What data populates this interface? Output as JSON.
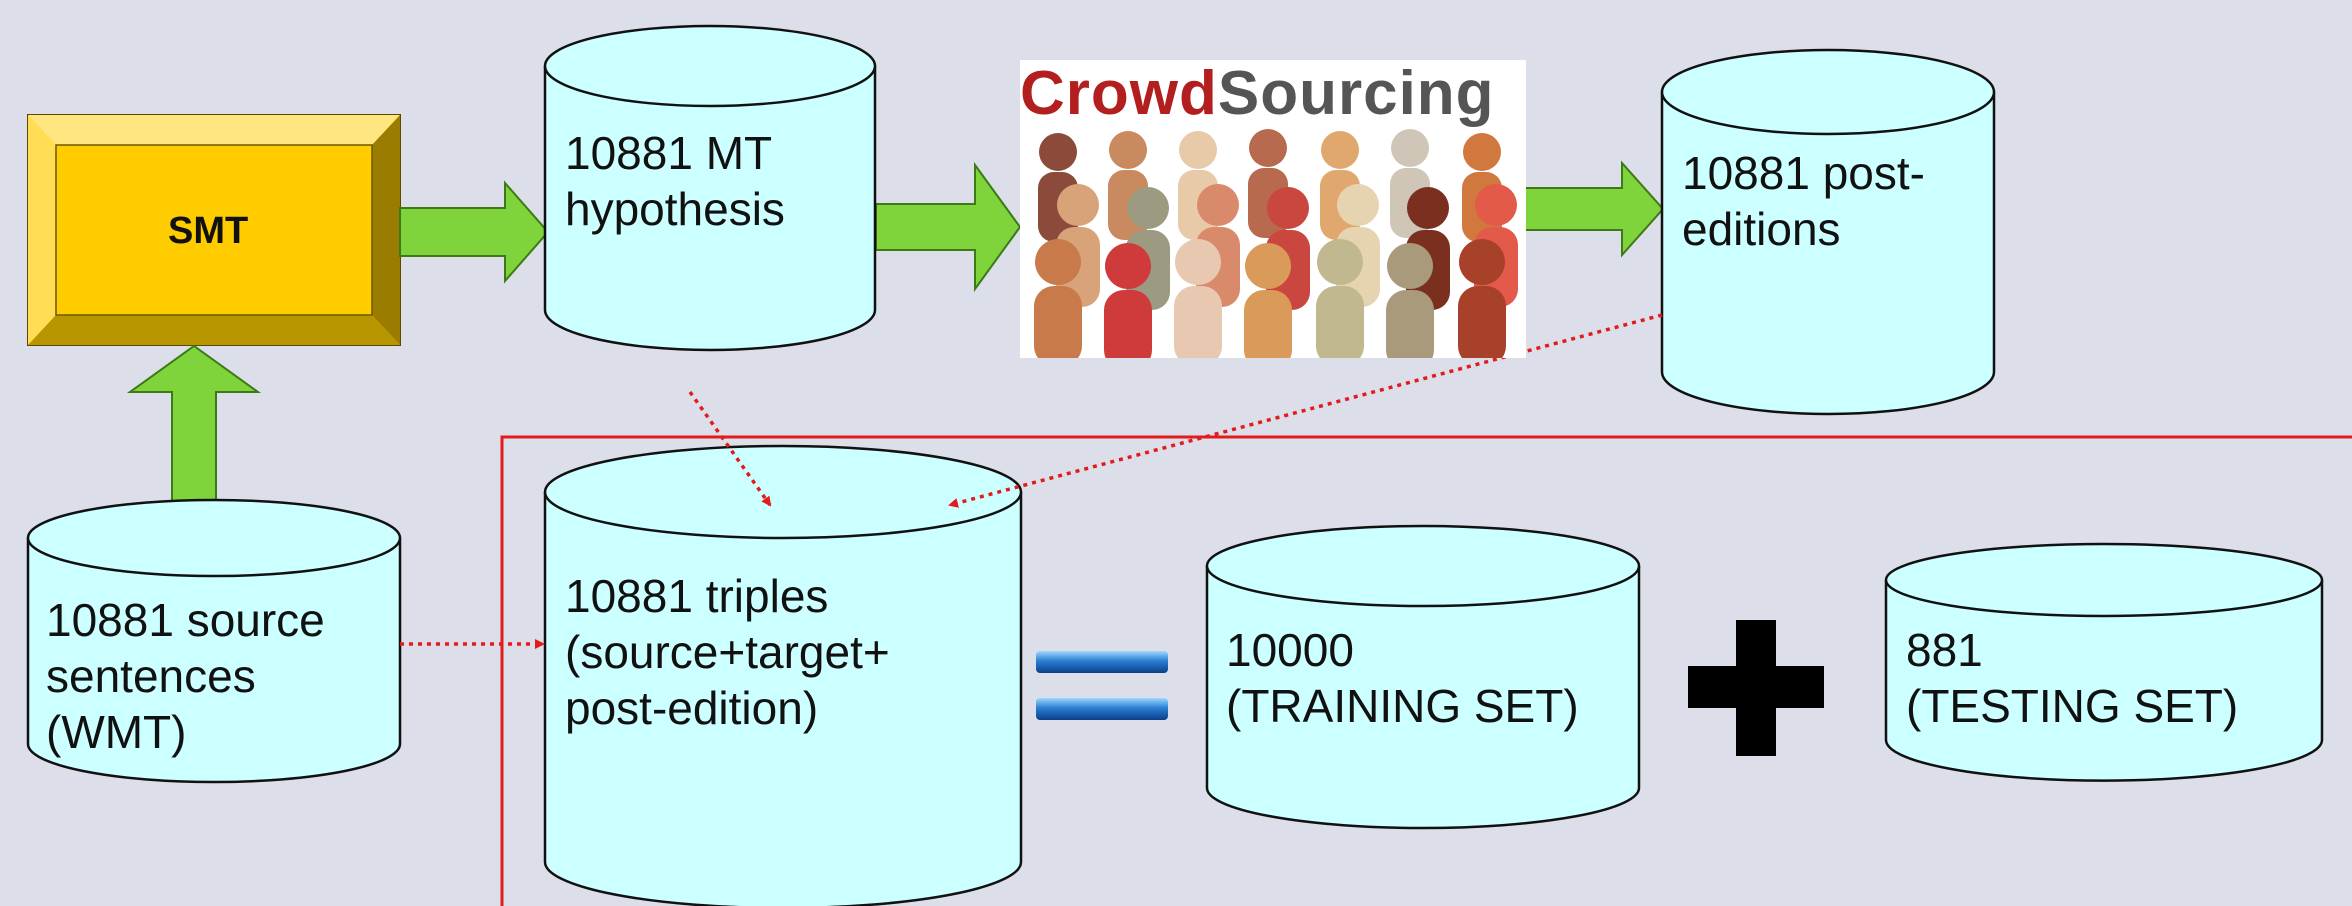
{
  "nodes": {
    "smt": {
      "label": "SMT"
    },
    "mt_hypothesis": {
      "label": "10881 MT\nhypothesis"
    },
    "crowdsourcing": {
      "title_part1": "Crowd",
      "title_part2": "Sourcing"
    },
    "post_editions": {
      "label": "10881 post-\neditions"
    },
    "source_sentences": {
      "label": "10881 source\nsentences\n(WMT)"
    },
    "triples": {
      "label": "10881 triples\n(source+target+\npost-edition)"
    },
    "training_set": {
      "label": "10000\n(TRAINING SET)"
    },
    "testing_set": {
      "label": "881\n(TESTING SET)"
    }
  },
  "operators": {
    "equals": "equals-icon",
    "plus": "plus-icon"
  },
  "colors": {
    "background": "#dcdfea",
    "cylinder_fill": "#ccffff",
    "smt_fill": "#ffcc00",
    "smt_bevel_dark": "#8a7300",
    "arrow_fill": "#7ed43a",
    "dotted_arrow": "#e31b1b",
    "frame_border": "#e31b1b",
    "equals_fill": "#2a7fd4",
    "plus_fill": "#000000"
  }
}
